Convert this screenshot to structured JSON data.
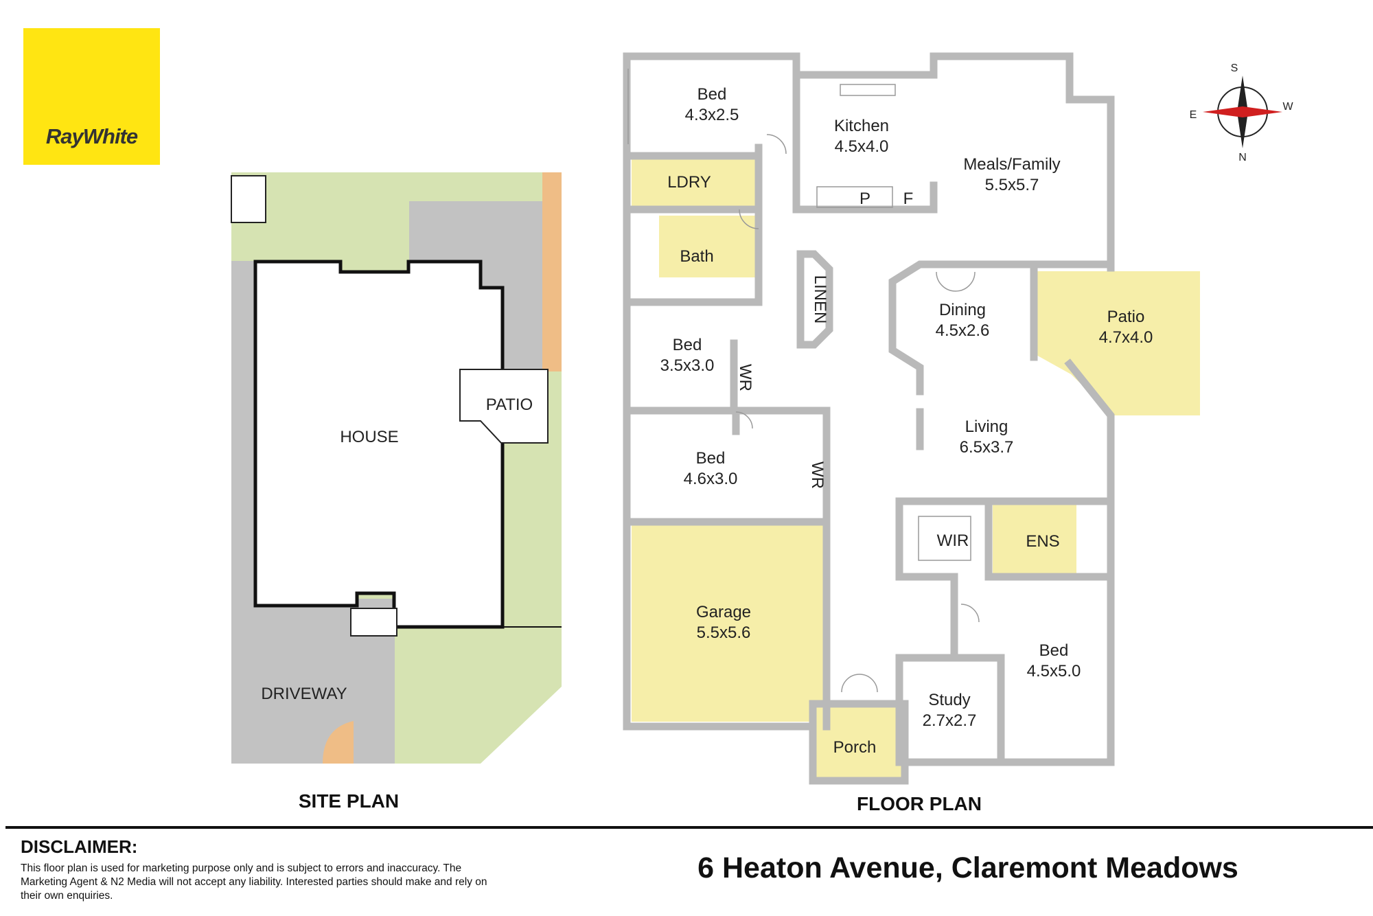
{
  "brand": {
    "name": "RayWhite",
    "color": "#ffe512"
  },
  "site_plan": {
    "title": "SITE PLAN",
    "labels": {
      "house": "HOUSE",
      "patio": "PATIO",
      "driveway": "DRIVEWAY"
    }
  },
  "floor_plan": {
    "title": "FLOOR PLAN",
    "rooms": {
      "bed1": {
        "name": "Bed",
        "size": "4.3x2.5"
      },
      "kitchen": {
        "name": "Kitchen",
        "size": "4.5x4.0"
      },
      "meals": {
        "name": "Meals/Family",
        "size": "5.5x5.7"
      },
      "ldry": {
        "name": "LDRY"
      },
      "bath": {
        "name": "Bath"
      },
      "pantry": {
        "name": "P"
      },
      "fridge": {
        "name": "F"
      },
      "linen": {
        "name": "LINEN"
      },
      "dining": {
        "name": "Dining",
        "size": "4.5x2.6"
      },
      "patio": {
        "name": "Patio",
        "size": "4.7x4.0"
      },
      "bed2": {
        "name": "Bed",
        "size": "3.5x3.0"
      },
      "wr1": {
        "name": "WR"
      },
      "living": {
        "name": "Living",
        "size": "6.5x3.7"
      },
      "bed3": {
        "name": "Bed",
        "size": "4.6x3.0"
      },
      "wr2": {
        "name": "WR"
      },
      "wir": {
        "name": "WIR"
      },
      "ens": {
        "name": "ENS"
      },
      "garage": {
        "name": "Garage",
        "size": "5.5x5.6"
      },
      "bed4": {
        "name": "Bed",
        "size": "4.5x5.0"
      },
      "study": {
        "name": "Study",
        "size": "2.7x2.7"
      },
      "porch": {
        "name": "Porch"
      }
    }
  },
  "compass": {
    "s": "S",
    "e": "E",
    "w": "W",
    "n": "N"
  },
  "disclaimer": {
    "title": "DISCLAIMER:",
    "text": "This floor plan is used for marketing purpose only and is subject to errors and inaccuracy. The Marketing Agent & N2 Media will not accept any liability. Interested parties should make and rely on their own enquiries."
  },
  "address": "6 Heaton Avenue, Claremont Meadows",
  "colors": {
    "wall": "#b9b9b9",
    "highlight": "#f6eea9",
    "lawn": "#d6e3b2",
    "paving": "#bfbfbf",
    "mulch": "#efbd86"
  }
}
